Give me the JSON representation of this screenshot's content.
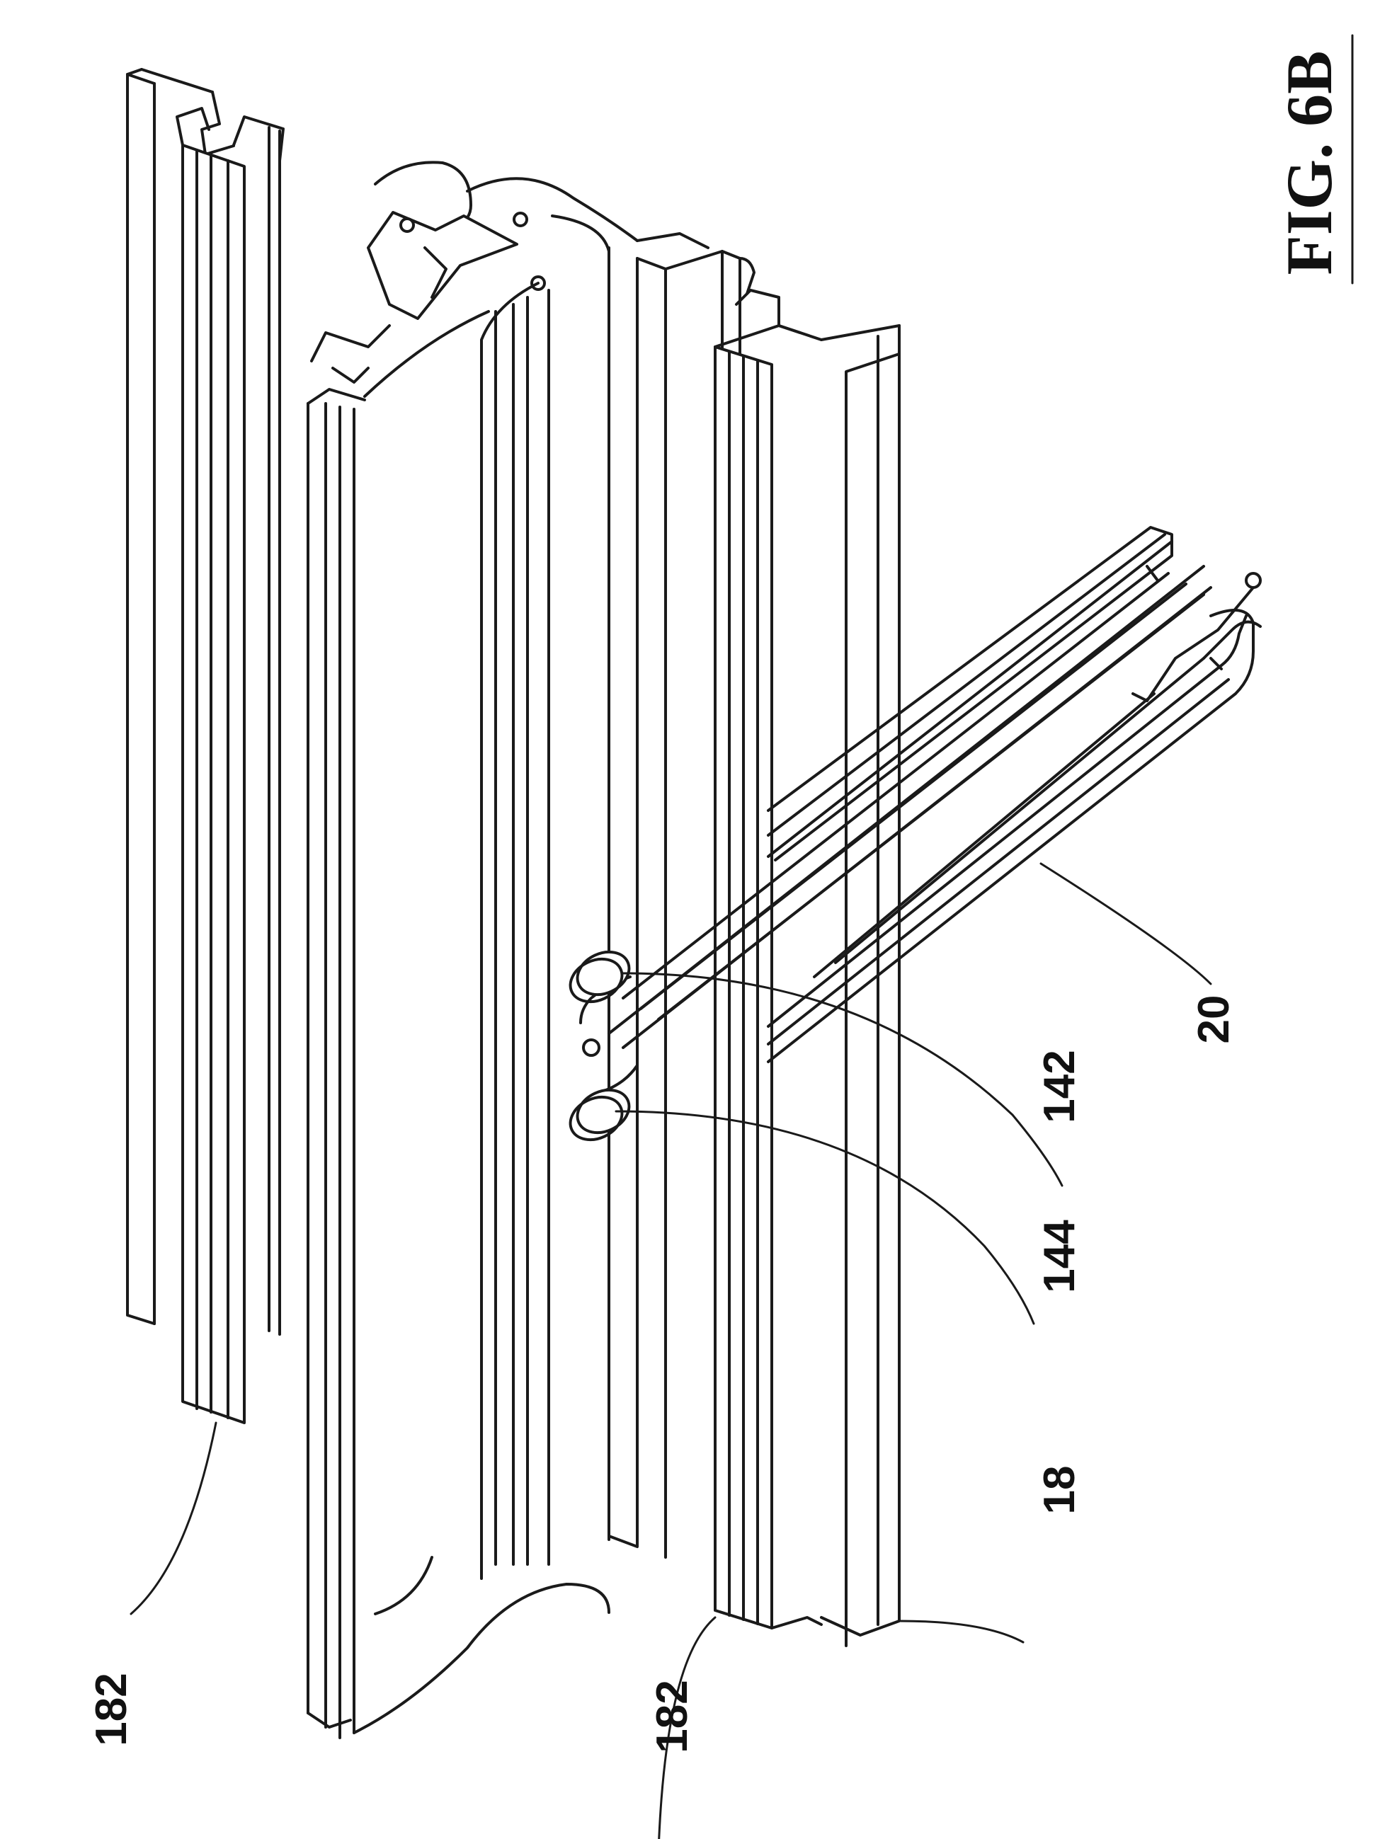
{
  "figure": {
    "label": "FIG. 6B"
  },
  "reference_numerals": [
    {
      "id": "182-top",
      "text": "182"
    },
    {
      "id": "182-bottom",
      "text": "182"
    },
    {
      "id": "18",
      "text": "18"
    },
    {
      "id": "144",
      "text": "144"
    },
    {
      "id": "142",
      "text": "142"
    },
    {
      "id": "20",
      "text": "20"
    }
  ]
}
